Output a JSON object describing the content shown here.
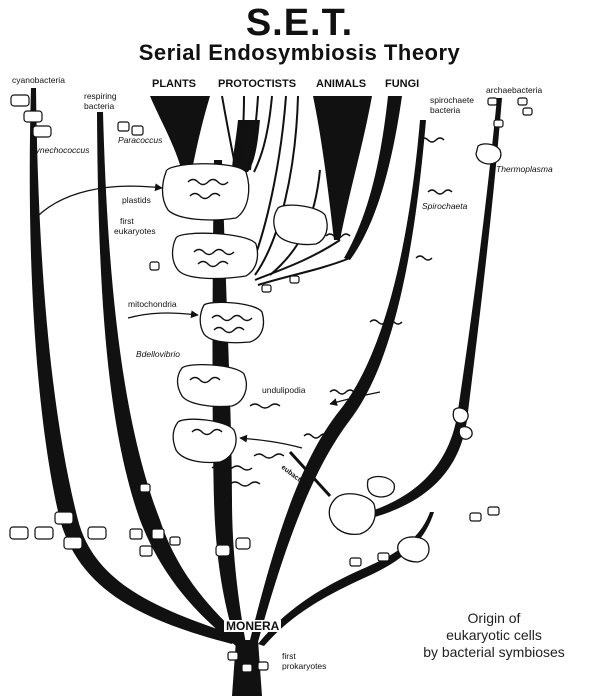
{
  "title": "S.E.T.",
  "subtitle": "Serial Endosymbiosis Theory",
  "kingdoms": {
    "plants": "PLANTS",
    "protoctists": "PROTOCTISTS",
    "animals": "ANIMALS",
    "fungi": "FUNGI"
  },
  "root_label": "MONERA",
  "labels": {
    "cyanobacteria": "cyanobacteria",
    "respiring_bacteria_1": "respiring",
    "respiring_bacteria_2": "bacteria",
    "synechococcus": "Synechococcus",
    "paracoccus": "Paracoccus",
    "plastids": "plastids",
    "first_eukaryotes_1": "first",
    "first_eukaryotes_2": "eukaryotes",
    "mitochondria": "mitochondria",
    "bdellovibrio": "Bdellovibrio",
    "undulipodia": "undulipodia",
    "spirochaete_bacteria_1": "spirochaete",
    "spirochaete_bacteria_2": "bacteria",
    "spirochaeta": "Spirochaeta",
    "archaebacteria": "archaebacteria",
    "thermoplasma": "Thermoplasma",
    "eubacteria": "eubacteria",
    "first_prokaryotes_1": "first",
    "first_prokaryotes_2": "prokaryotes"
  },
  "caption": [
    "Origin of",
    "eukaryotic cells",
    "by bacterial symbioses"
  ]
}
